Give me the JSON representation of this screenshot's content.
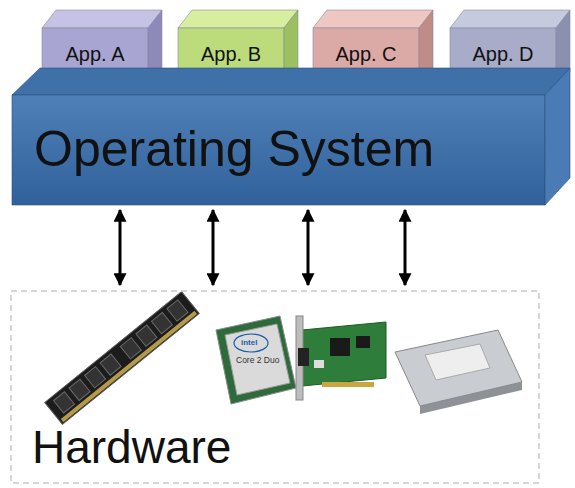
{
  "diagram": {
    "nodes": [
      {
        "text": [
          "App. A"
        ]
      },
      {
        "text": [
          "App. B"
        ]
      },
      {
        "text": [
          "App. C"
        ]
      },
      {
        "text": [
          "App. D"
        ]
      },
      {
        "text": [
          "Operating System"
        ]
      },
      {
        "text": [
          "Hardware"
        ]
      }
    ],
    "edges": [
      {
        "from": 4,
        "to": 5,
        "arrow": "both"
      },
      {
        "from": 4,
        "to": 5,
        "arrow": "both"
      },
      {
        "from": 4,
        "to": 5,
        "arrow": "both"
      },
      {
        "from": 4,
        "to": 5,
        "arrow": "both"
      }
    ],
    "labels": [
      "intel",
      "Core 2 Duo"
    ]
  }
}
